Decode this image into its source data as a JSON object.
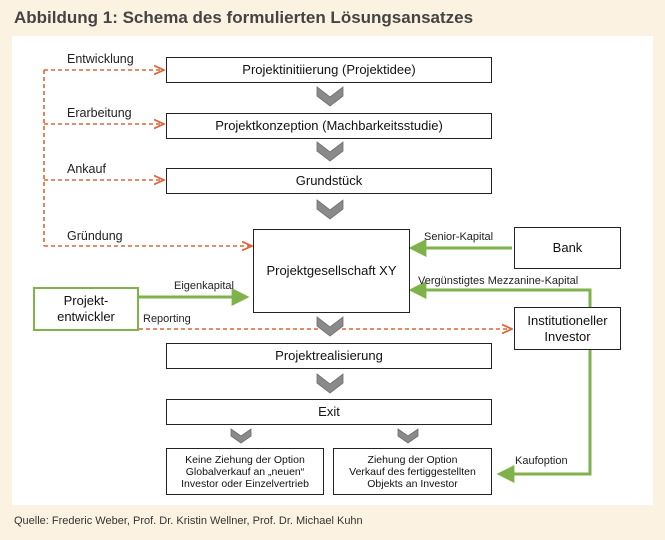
{
  "title": "Abbildung 1: Schema des formulierten Lösungsansatzes",
  "boxes": {
    "initiierung": "Projektinitiierung (Projektidee)",
    "konzeption": "Projektkonzeption (Machbarkeitsstudie)",
    "grundstueck": "Grundstück",
    "gesellschaft": "Projektgesellschaft XY",
    "bank": "Bank",
    "entwickler_1": "Projekt-",
    "entwickler_2": "entwickler",
    "investor_1": "Institutioneller",
    "investor_2": "Investor",
    "realisierung": "Projektrealisierung",
    "exit": "Exit",
    "option_a_1": "Keine Ziehung der Option",
    "option_a_2": "Globalverkauf an „neuen“",
    "option_a_3": "Investor oder Einzelvertrieb",
    "option_b_1": "Ziehung der Option",
    "option_b_2": "Verkauf des fertiggestellten",
    "option_b_3": "Objekts an Investor"
  },
  "labels": {
    "entwicklung": "Entwicklung",
    "erarbeitung": "Erarbeitung",
    "ankauf": "Ankauf",
    "gruendung": "Gründung",
    "senior_kapital": "Senior-Kapital",
    "mezzanine": "Vergünstigtes Mezzanine-Kapital",
    "eigenkapital": "Eigenkapital",
    "reporting": "Reporting",
    "kaufoption": "Kaufoption"
  },
  "colors": {
    "dashed_arrow": "#d9673a",
    "green_arrow": "#7fb24b",
    "chevron": "#8a8a8a",
    "background": "#fcf2e1"
  },
  "source": "Quelle: Frederic Weber, Prof. Dr. Kristin Wellner, Prof. Dr. Michael Kuhn"
}
